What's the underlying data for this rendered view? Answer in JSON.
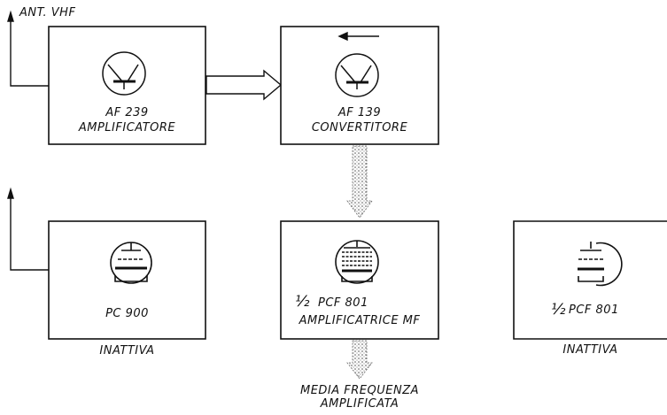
{
  "antenna_label": "ANT. VHF",
  "blocks": {
    "amplifier": {
      "tube": "AF 239",
      "role": "AMPLIFICATORE"
    },
    "converter": {
      "tube": "AF 139",
      "role": "CONVERTITORE"
    },
    "pc900": {
      "tube": "PC 900",
      "status": "INATTIVA"
    },
    "mf_amplifier": {
      "fraction": "½",
      "tube": "PCF 801",
      "role": "AMPLIFICATRICE MF"
    },
    "pcf801_half": {
      "fraction": "½",
      "tube": "PCF 801",
      "status": "INATTIVA"
    }
  },
  "output_label": {
    "line1": "MEDIA FREQUENZA",
    "line2": "AMPLIFICATA"
  }
}
